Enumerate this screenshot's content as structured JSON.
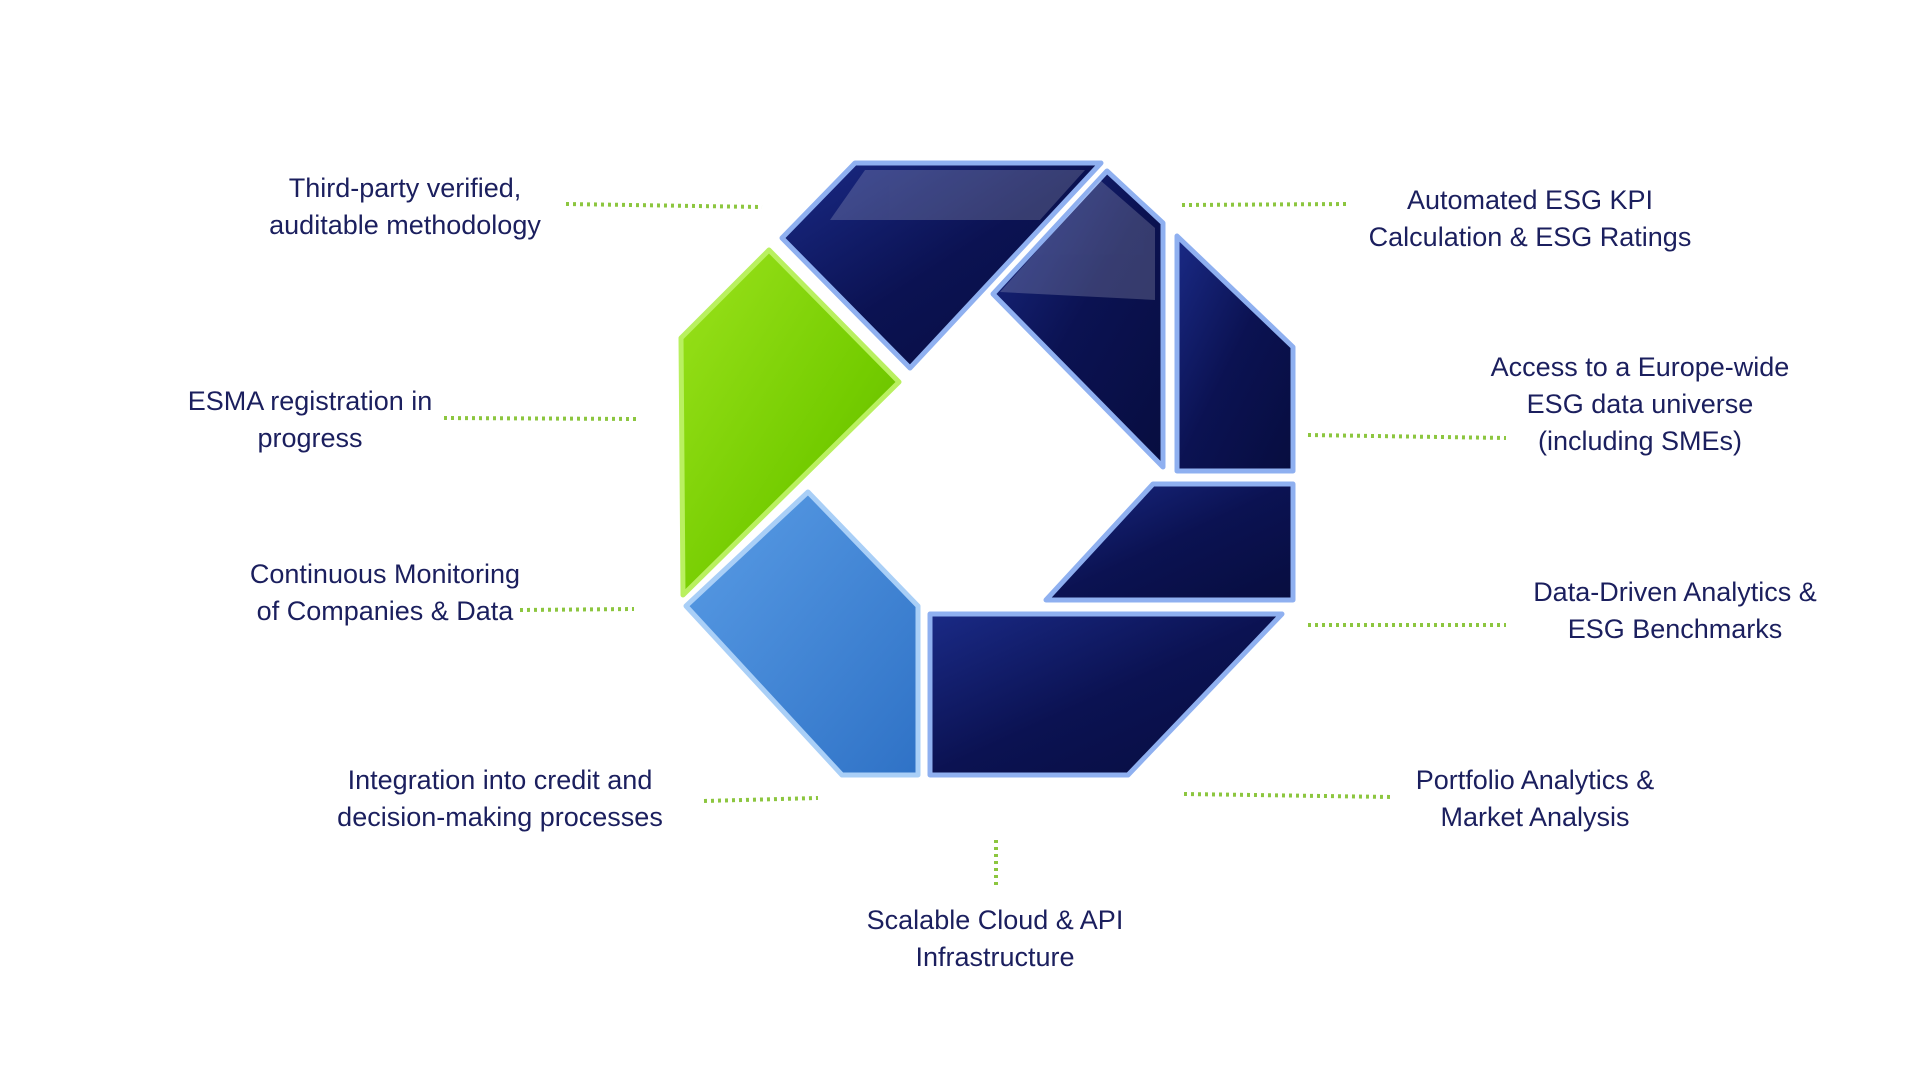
{
  "colors": {
    "navy": "#0c1457",
    "green": "#7fd400",
    "light_blue": "#3f87d9",
    "text": "#1b1f5e",
    "connector": "#8cc63f"
  },
  "features": [
    {
      "id": "third-party",
      "lines": [
        "Third-party verified,",
        "auditable methodology"
      ]
    },
    {
      "id": "esma",
      "lines": [
        "ESMA registration in",
        "progress"
      ]
    },
    {
      "id": "monitoring",
      "lines": [
        "Continuous Monitoring",
        "of Companies & Data"
      ]
    },
    {
      "id": "integration",
      "lines": [
        "Integration into credit and",
        "decision-making processes"
      ]
    },
    {
      "id": "cloud",
      "lines": [
        "Scalable Cloud & API",
        "Infrastructure"
      ]
    },
    {
      "id": "portfolio",
      "lines": [
        "Portfolio Analytics &",
        "Market Analysis"
      ]
    },
    {
      "id": "analytics",
      "lines": [
        "Data-Driven Analytics &",
        "ESG Benchmarks"
      ]
    },
    {
      "id": "europe",
      "lines": [
        "Access to a Europe-wide",
        "ESG data universe",
        "(including SMEs)"
      ]
    },
    {
      "id": "kpi",
      "lines": [
        "Automated ESG KPI",
        "Calculation & ESG Ratings"
      ]
    }
  ]
}
